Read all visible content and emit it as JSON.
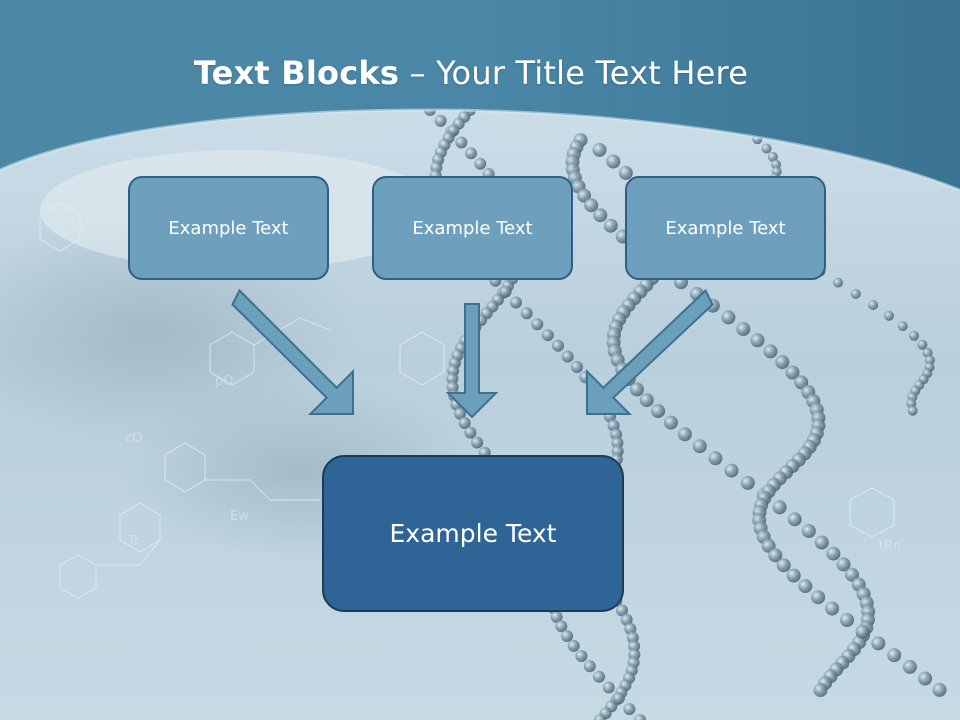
{
  "slide": {
    "title_bold": "Text Blocks",
    "title_separator": " – ",
    "title_rest": "Your Title Text Here"
  },
  "boxes": {
    "top": [
      "Example Text",
      "Example Text",
      "Example Text"
    ],
    "bottom": "Example Text"
  },
  "colors": {
    "header_band": "#3f7a99",
    "small_box_fill": "#6e9fbc",
    "small_box_border": "#2f5f82",
    "big_box_fill": "#2f6497",
    "arrow_fill": "#6c9fba"
  }
}
